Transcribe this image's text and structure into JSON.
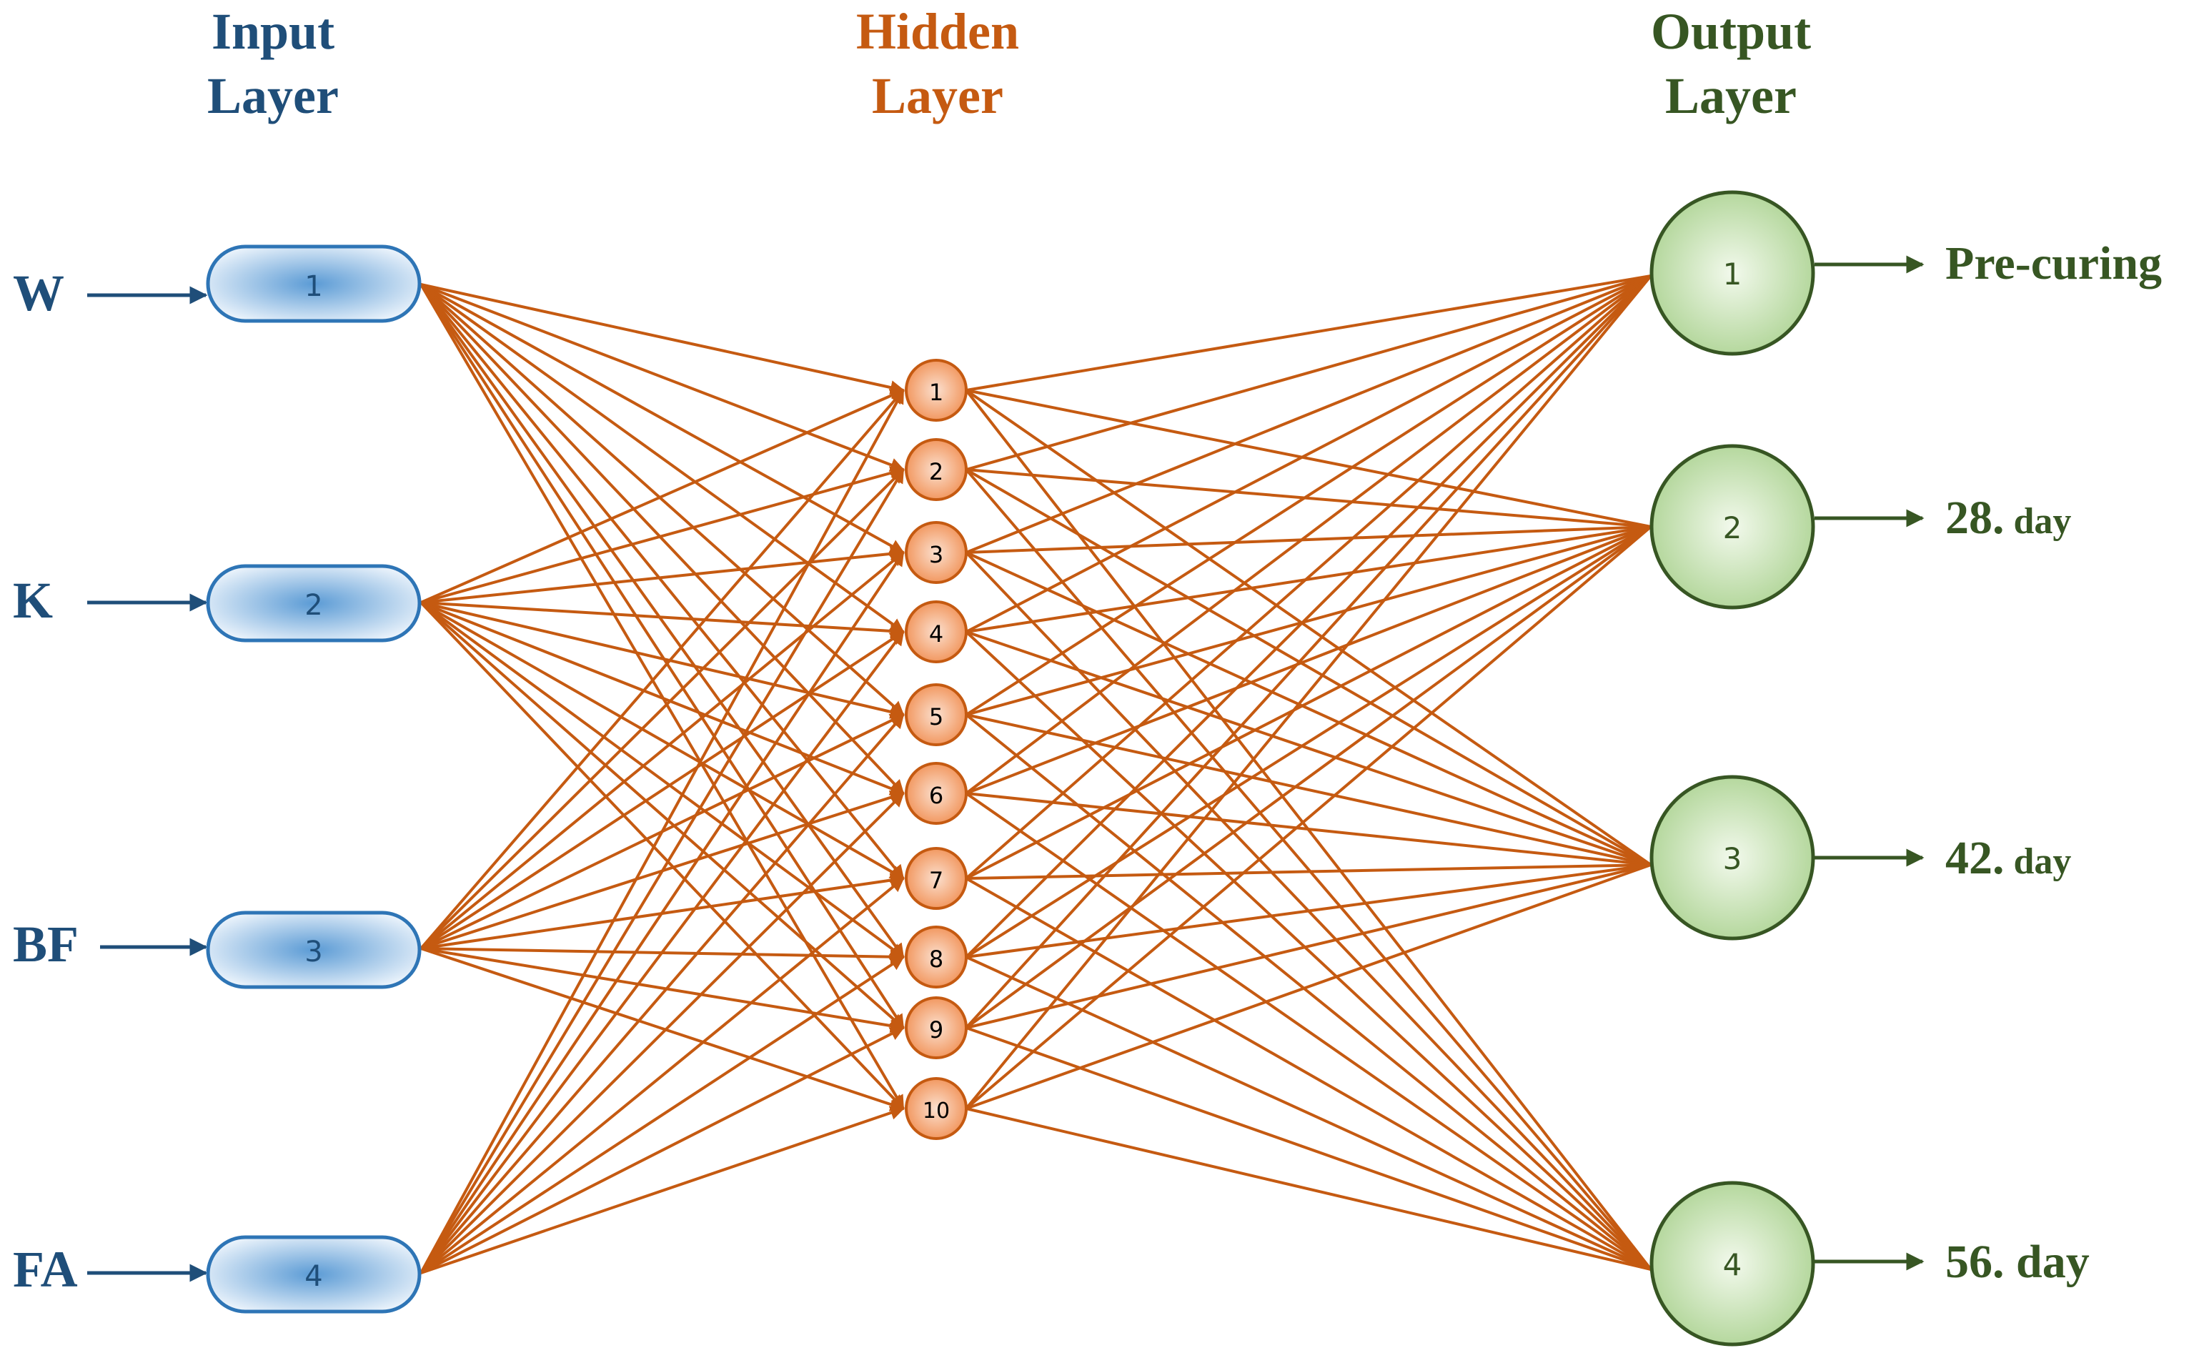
{
  "colors": {
    "input": "#1f4e79",
    "hidden": "#c55a11",
    "output": "#375623",
    "input_fill_light": "#e7f0fa",
    "input_fill_dark": "#5b9bd5",
    "hidden_fill": "#f4b183",
    "output_fill": "#a9d18e"
  },
  "titles": {
    "input": [
      "Input",
      "Layer"
    ],
    "hidden": [
      "Hidden",
      "Layer"
    ],
    "output": [
      "Output",
      "Layer"
    ]
  },
  "input_layer": {
    "labels": [
      "W",
      "K",
      "BF",
      "FA"
    ],
    "nodes": [
      "1",
      "2",
      "3",
      "4"
    ]
  },
  "hidden_layer": {
    "nodes": [
      "1",
      "2",
      "3",
      "4",
      "5",
      "6",
      "7",
      "8",
      "9",
      "10"
    ]
  },
  "output_layer": {
    "nodes": [
      "1",
      "2",
      "3",
      "4"
    ],
    "labels": [
      {
        "main": "Pre-curing",
        "sub": ""
      },
      {
        "main": "28.",
        "sub": " day"
      },
      {
        "main": "42.",
        "sub": " day"
      },
      {
        "main": "56. day",
        "sub": ""
      }
    ]
  }
}
